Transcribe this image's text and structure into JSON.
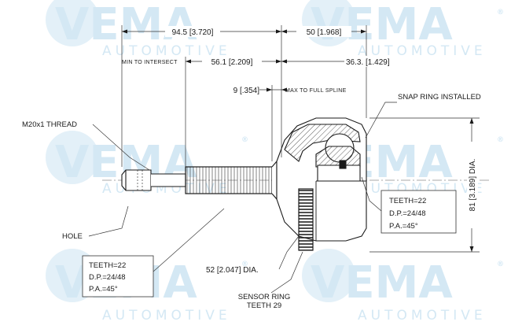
{
  "watermark": {
    "brand": "VEMA",
    "tagline": "AUTOMOTIVE",
    "registered": "®",
    "color": "#d4e8f4"
  },
  "dimensions": {
    "overall_length": "94.5 [3.720]",
    "outer_length": "50 [1.968]",
    "min_to_intersect_label": "MIN TO INTERSECT",
    "min_to_intersect_value": "56.1 [2.209]",
    "outer_depth": "36.3. [1.429]",
    "max_spline_value": "9 [.354]",
    "max_spline_label": "MAX TO FULL SPLINE",
    "outer_diameter": "81 [3.189] DIA.",
    "inner_diameter": "52 [2.047] DIA."
  },
  "labels": {
    "snap_ring": "SNAP RING INSTALLED",
    "thread": "M20x1 THREAD",
    "hole": "HOLE",
    "sensor_ring_line1": "SENSOR RING",
    "sensor_ring_line2": "TEETH 29"
  },
  "spline_outer": {
    "teeth": "TEETH=22",
    "dp": "D.P.=24/48",
    "pa": "P.A.=45°"
  },
  "spline_inner": {
    "teeth": "TEETH=22",
    "dp": "D.P.=24/48",
    "pa": "P.A.=45°"
  }
}
